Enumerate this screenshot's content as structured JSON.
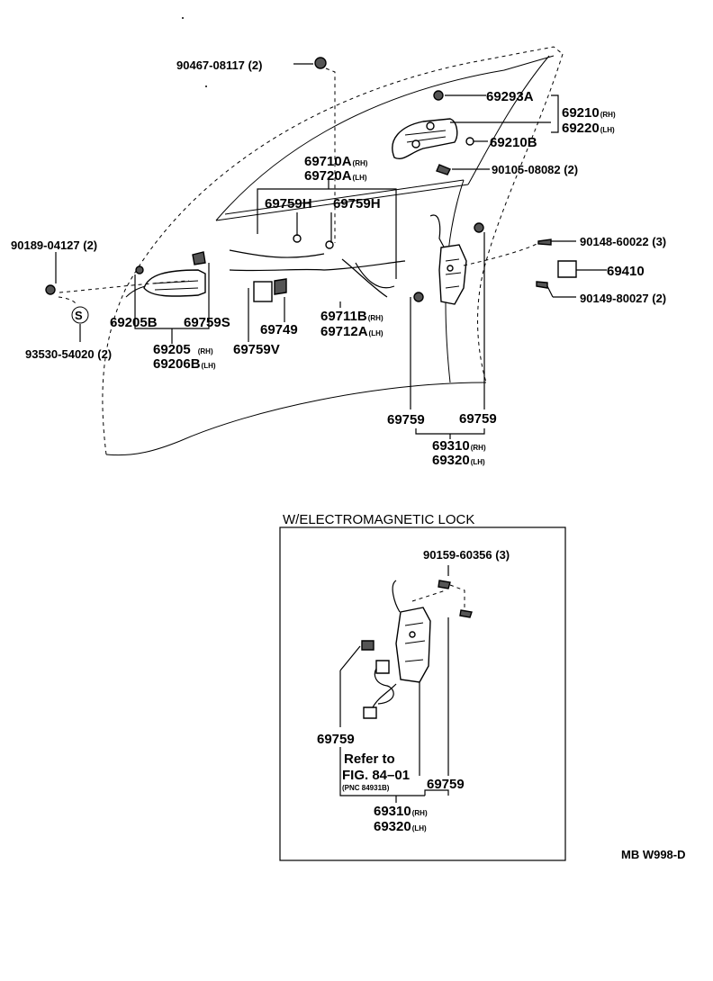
{
  "labels": {
    "p90467": "90467-08117 (2)",
    "p69293A": "69293A",
    "p69210": "69210",
    "p69220": "69220",
    "p69210B": "69210B",
    "p90105": "90105-08082 (2)",
    "p69710A": "69710A",
    "p69720A": "69720A",
    "p69759H_1": "69759H",
    "p69759H_2": "69759H",
    "p90189": "90189-04127 (2)",
    "p90148": "90148-60022 (3)",
    "p69410": "69410",
    "p90149": "90149-80027 (2)",
    "p69205B": "69205B",
    "p69759S": "69759S",
    "p69749": "69749",
    "p69711B": "69711B",
    "p69712A": "69712A",
    "p93530": "93530-54020 (2)",
    "p69205": "69205",
    "p69206B": "69206B",
    "p69759V": "69759V",
    "p69759_1": "69759",
    "p69759_2": "69759",
    "p69310": "69310",
    "p69320": "69320",
    "sub_title": "W/ELECTROMAGNETIC LOCK",
    "sub_p90159": "90159-60356 (3)",
    "sub_p69759_1": "69759",
    "sub_refer_1": "Refer to",
    "sub_refer_2": "FIG. 84–01",
    "sub_refer_3": "(PNC 84931B)",
    "sub_p69759_2": "69759",
    "sub_p69310": "69310",
    "sub_p69320": "69320",
    "diagram_code": "MB W998-D"
  },
  "sides": {
    "rh": "(RH)",
    "lh": "(LH)"
  }
}
